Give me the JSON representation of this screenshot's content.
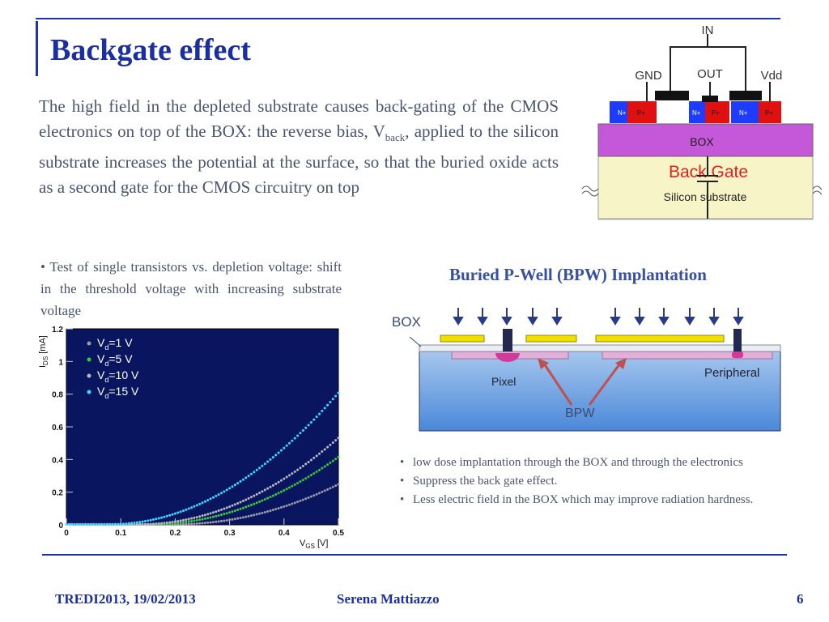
{
  "title": "Backgate effect",
  "intro": {
    "part1": "The high field in the depleted substrate causes back-gating of the CMOS electronics on top of the BOX:  the reverse bias, V",
    "sub": "back",
    "part2": ", applied to the silicon substrate increases the potential at the surface, so that the buried oxide acts as a second gate for the CMOS circuitry on top"
  },
  "schematic": {
    "in": "IN",
    "gnd": "GND",
    "out": "OUT",
    "vdd": "Vdd",
    "n1": "N+",
    "p1": "P+",
    "n2": "N+",
    "p2": "P+",
    "n3": "N+",
    "p3": "P+",
    "box": "BOX",
    "back_gate": "Back Gate",
    "substrate": "Silicon substrate",
    "colors": {
      "n_region": "#1e3cff",
      "p_region": "#e01010",
      "box": "#c557d9",
      "substrate": "#f7f5c8",
      "back_gate_text": "#e02020"
    }
  },
  "bullet_test": "• Test of single transistors vs. depletion voltage: shift in the threshold voltage with increasing substrate voltage",
  "chart_data": {
    "type": "scatter",
    "xlabel": "V",
    "xlabel_sub": "GS",
    "xlabel_unit": "[V]",
    "ylabel": "I",
    "ylabel_sub": "DS",
    "ylabel_unit": "[mA]",
    "xlim": [
      0,
      0.5
    ],
    "ylim": [
      0,
      1.2
    ],
    "x_ticks": [
      "0",
      "0.1",
      "0.2",
      "0.3",
      "0.4",
      "0.5"
    ],
    "y_ticks": [
      "0",
      "0.2",
      "0.4",
      "0.6",
      "0.8",
      "1",
      "1.2"
    ],
    "background": "#0a1560",
    "legend_placement": "top-left",
    "series": [
      {
        "name": "V",
        "sub": "d",
        "eq": "=1 V",
        "color": "#9a9aa8",
        "vth": 0.2,
        "k": 2.72
      },
      {
        "name": "V",
        "sub": "d",
        "eq": "=5 V",
        "color": "#3cc83c",
        "vth": 0.155,
        "k": 3.46
      },
      {
        "name": "V",
        "sub": "d",
        "eq": "=10 V",
        "color": "#b8b8c0",
        "vth": 0.135,
        "k": 3.97
      },
      {
        "name": "V",
        "sub": "d",
        "eq": "=15 V",
        "color": "#3cd8ff",
        "vth": 0.08,
        "k": 4.56
      }
    ]
  },
  "bpw": {
    "title": "Buried P-Well (BPW) Implantation",
    "box": "BOX",
    "pixel": "Pixel",
    "peripheral": "Peripheral",
    "bpw": "BPW"
  },
  "bullets_right": [
    "low dose implantation through the BOX and through the electronics",
    "Suppress the back gate effect.",
    "Less electric field in the BOX which may improve radiation hardness."
  ],
  "footer": {
    "left": "TREDI2013, 19/02/2013",
    "center": "Serena Mattiazzo",
    "right": "6"
  }
}
